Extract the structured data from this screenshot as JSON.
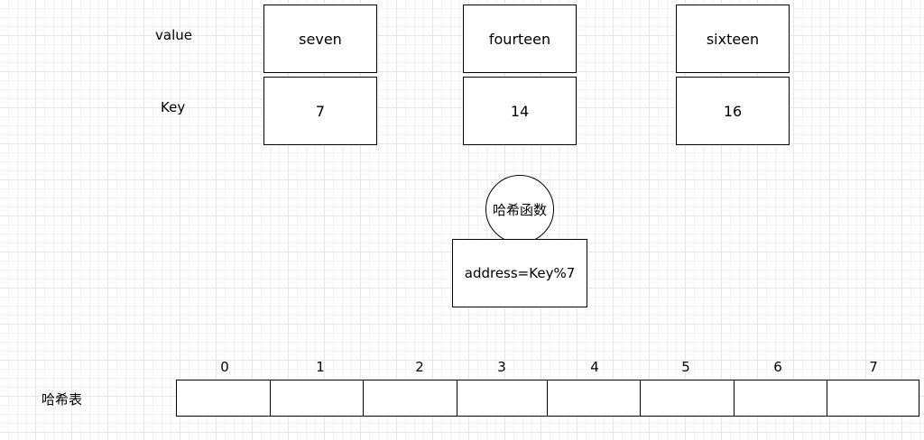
{
  "labels": {
    "value": "value",
    "key": "Key",
    "table": "哈希表"
  },
  "entries": [
    {
      "value": "seven",
      "key": "7"
    },
    {
      "value": "fourteen",
      "key": "14"
    },
    {
      "value": "sixteen",
      "key": "16"
    }
  ],
  "hash_function": {
    "name": "哈希函数",
    "formula": "address=Key%7"
  },
  "table_indices": [
    "0",
    "1",
    "2",
    "3",
    "4",
    "5",
    "6",
    "7"
  ]
}
